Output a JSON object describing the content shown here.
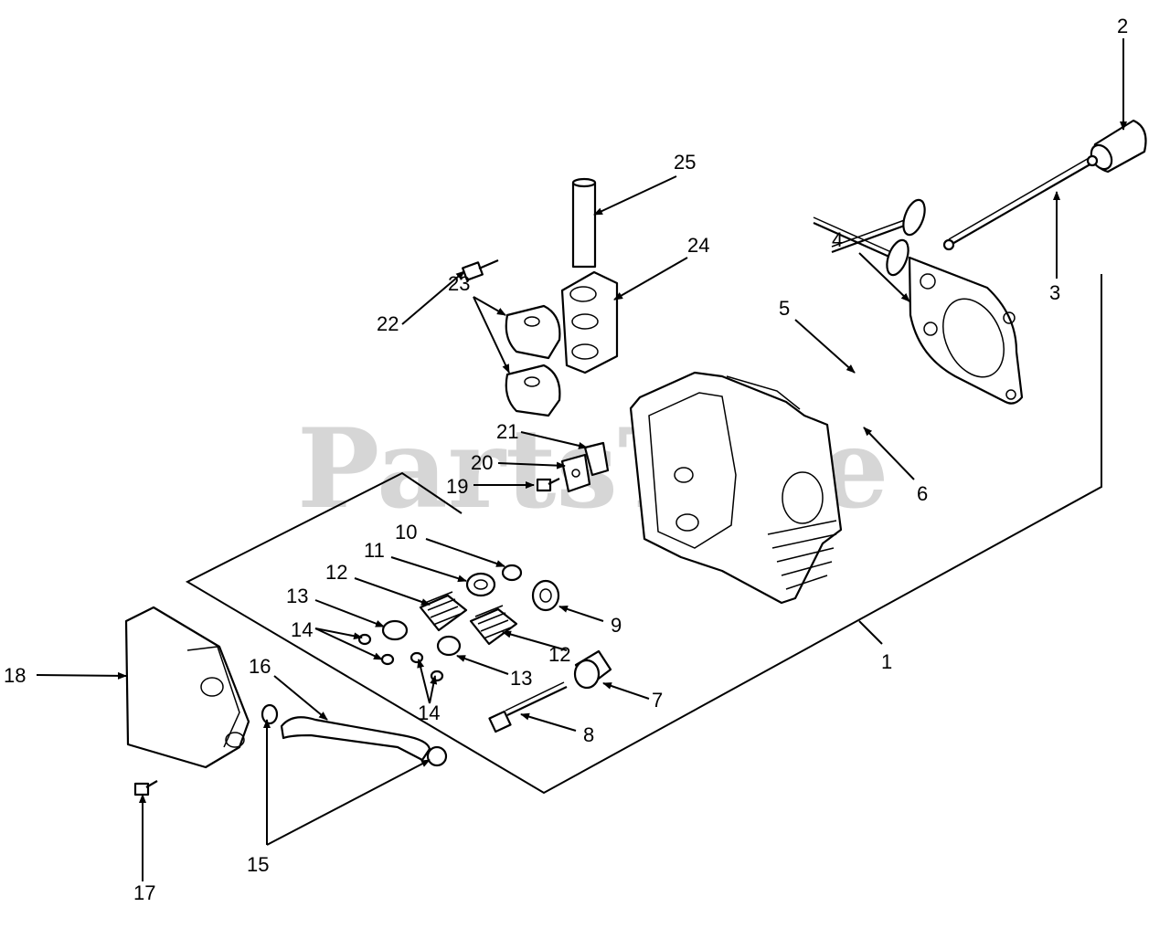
{
  "watermark": "PartsTree",
  "callouts": {
    "c1": "1",
    "c2": "2",
    "c3": "3",
    "c4": "4",
    "c5": "5",
    "c6": "6",
    "c7": "7",
    "c8": "8",
    "c9": "9",
    "c10": "10",
    "c11": "11",
    "c12a": "12",
    "c12b": "12",
    "c13a": "13",
    "c13b": "13",
    "c14a": "14",
    "c14b": "14",
    "c15": "15",
    "c16": "16",
    "c17": "17",
    "c18": "18",
    "c19": "19",
    "c20": "20",
    "c21": "21",
    "c22": "22",
    "c23": "23",
    "c24": "24",
    "c25": "25"
  }
}
